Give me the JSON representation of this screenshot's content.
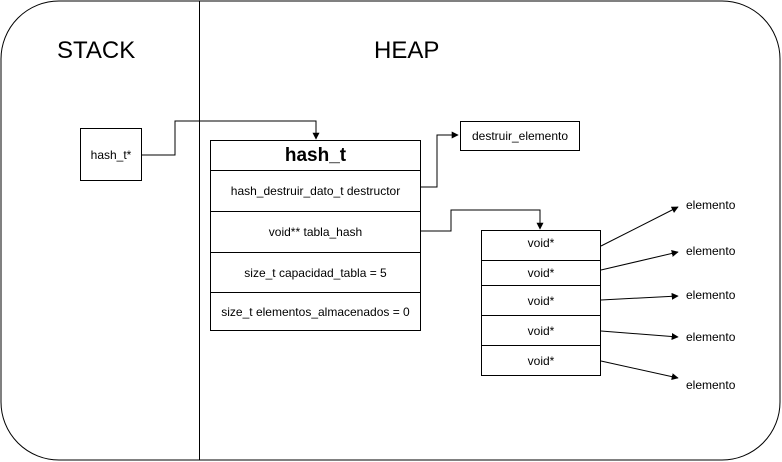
{
  "stack": {
    "title": "STACK",
    "pointer_box": "hash_t*"
  },
  "heap": {
    "title": "HEAP",
    "struct": {
      "name": "hash_t",
      "fields": [
        "hash_destruir_dato_t destructor",
        "void** tabla_hash",
        "size_t capacidad_tabla = 5",
        "size_t elementos_almacenados = 0"
      ]
    },
    "destructor_target": "destruir_elemento",
    "table_slots": [
      "void*",
      "void*",
      "void*",
      "void*",
      "void*"
    ],
    "elements": [
      "elemento",
      "elemento",
      "elemento",
      "elemento",
      "elemento"
    ]
  }
}
